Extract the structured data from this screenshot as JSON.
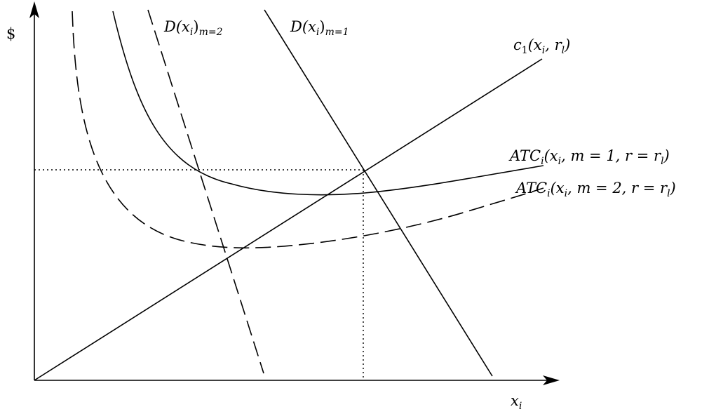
{
  "axes": {
    "y_label": "$",
    "x_label": {
      "base": "x",
      "sub": "i"
    }
  },
  "labels": {
    "demand_m2": {
      "base": "D(x",
      "sub": "i",
      "close": ")",
      "tail": "m=2"
    },
    "demand_m1": {
      "base": "D(x",
      "sub": "i",
      "close": ")",
      "tail": "m=1"
    },
    "cost_c1": {
      "base": "c",
      "sub": "1",
      "rest1": "(x",
      "sub2": "i",
      "rest2": ", r",
      "sub3": "l",
      "rest3": ")"
    },
    "atc_m1": {
      "base": "ATC",
      "sub": "i",
      "rest1": "(x",
      "sub2": "i",
      "rest2": ", m = 1, r = r",
      "sub3": "l",
      "rest3": ")"
    },
    "atc_m2": {
      "base": "ATC",
      "sub": "i",
      "rest1": "(x",
      "sub2": "i",
      "rest2": ", m = 2, r = r",
      "sub3": "l",
      "rest3": ")"
    }
  },
  "style": {
    "stroke_color": "#000000",
    "background": "#ffffff"
  }
}
